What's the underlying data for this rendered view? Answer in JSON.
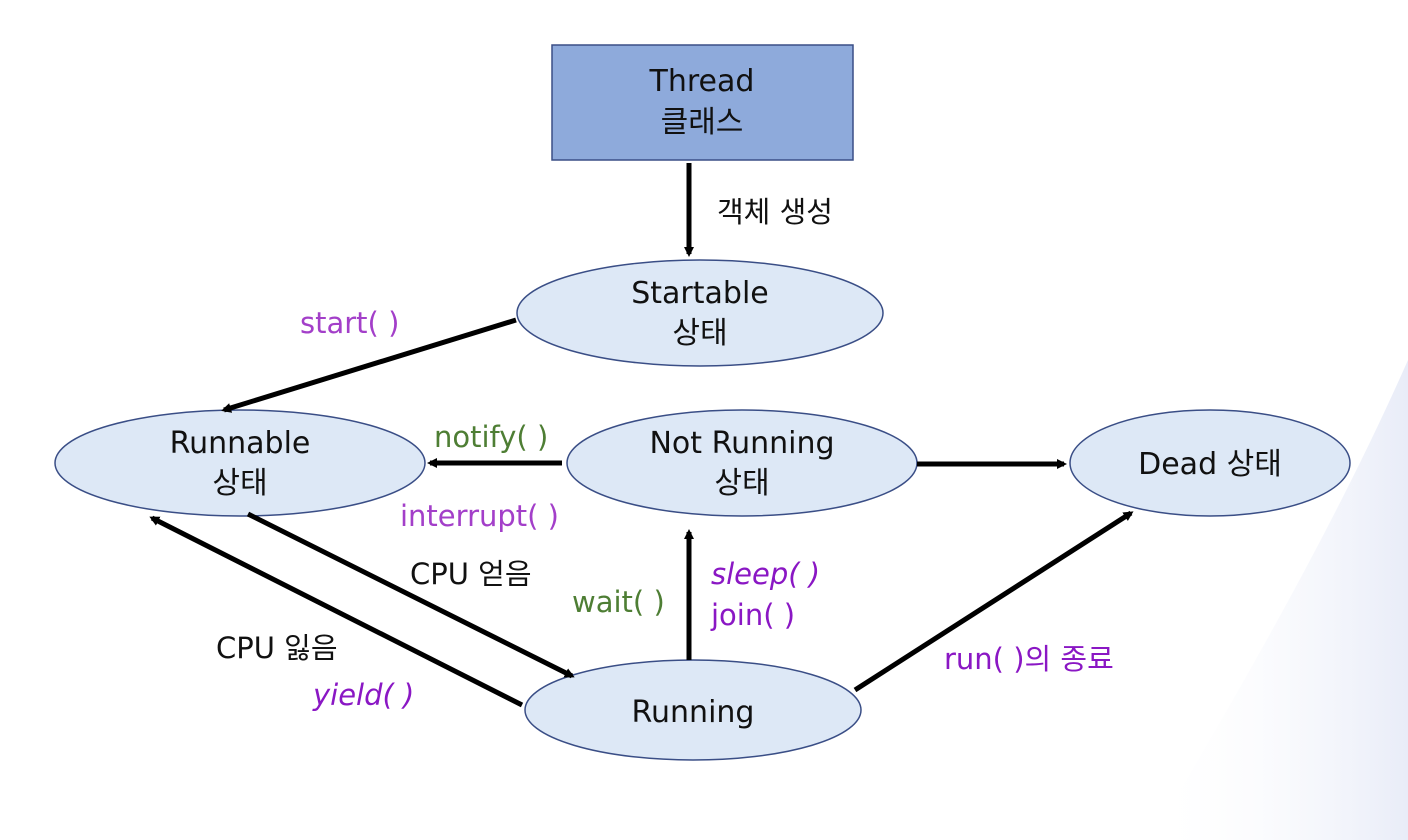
{
  "colors": {
    "class_fill": "#8eaadb",
    "class_stroke": "#3a4e86",
    "state_fill": "#dde8f6",
    "state_stroke": "#3a4e86",
    "arrow": "#000000",
    "label_black": "#111111",
    "label_purple": "#a33fc9",
    "label_violet": "#8a17c4",
    "label_green": "#4e7e34"
  },
  "nodes": {
    "thread_class": {
      "line1": "Thread",
      "line2": "클래스"
    },
    "startable": {
      "line1": "Startable",
      "line2": "상태"
    },
    "runnable": {
      "line1": "Runnable",
      "line2": "상태"
    },
    "not_running": {
      "line1": "Not Running",
      "line2": "상태"
    },
    "dead": {
      "line1": "Dead 상태"
    },
    "running": {
      "line1": "Running"
    }
  },
  "edge_labels": {
    "create_object": "객체 생성",
    "start": "start( )",
    "notify": "notify( )",
    "interrupt": "interrupt( )",
    "cpu_get": "CPU 얻음",
    "cpu_lose": "CPU 잃음",
    "yield": "yield( )",
    "wait": "wait( )",
    "sleep": "sleep( )",
    "join": "join( )",
    "run_end": "run( )의 종료"
  }
}
